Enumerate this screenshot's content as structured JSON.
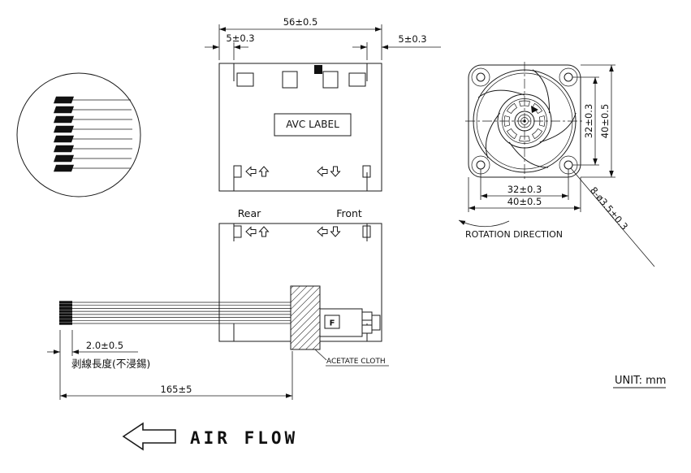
{
  "meta": {
    "unit_label": "UNIT: mm",
    "airflow_label": "AIR FLOW"
  },
  "top_side_view": {
    "dim_width": "56±0.5",
    "dim_flange_left": "5±0.3",
    "dim_flange_right": "5±0.3",
    "label_box": "AVC LABEL"
  },
  "front_view": {
    "dim_hole_pitch_v": "32±0.3",
    "dim_height": "40±0.5",
    "dim_hole_pitch_h": "32±0.3",
    "dim_width": "40±0.5",
    "holes_note": "8-ø3.5±0.3",
    "rotation_label": "ROTATION DIRECTION"
  },
  "lower_side_view": {
    "rear_label": "Rear",
    "front_label": "Front",
    "connector_marking": "F",
    "acetate_label": "ACETATE CLOTH"
  },
  "cable": {
    "dim_strip": "2.0±0.5",
    "strip_note": "剥線長度(不浸錫)",
    "dim_length": "165±5"
  }
}
